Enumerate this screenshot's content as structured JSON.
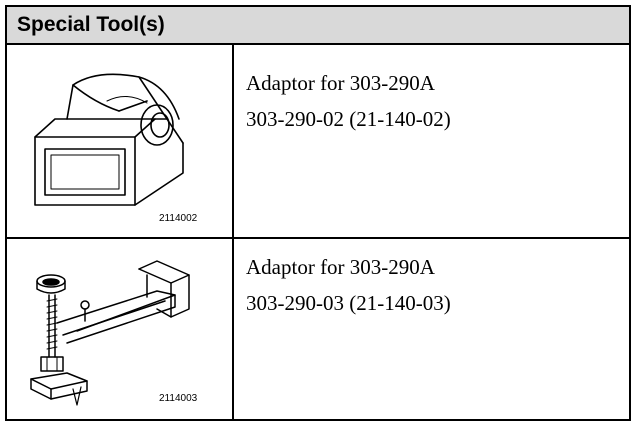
{
  "header": {
    "title": "Special Tool(s)"
  },
  "tools": [
    {
      "figure_code": "2114002",
      "name": "Adaptor for 303-290A",
      "part_number": "303-290-02 (21-140-02)"
    },
    {
      "figure_code": "2114003",
      "name": "Adaptor for 303-290A",
      "part_number": "303-290-03 (21-140-03)"
    }
  ]
}
